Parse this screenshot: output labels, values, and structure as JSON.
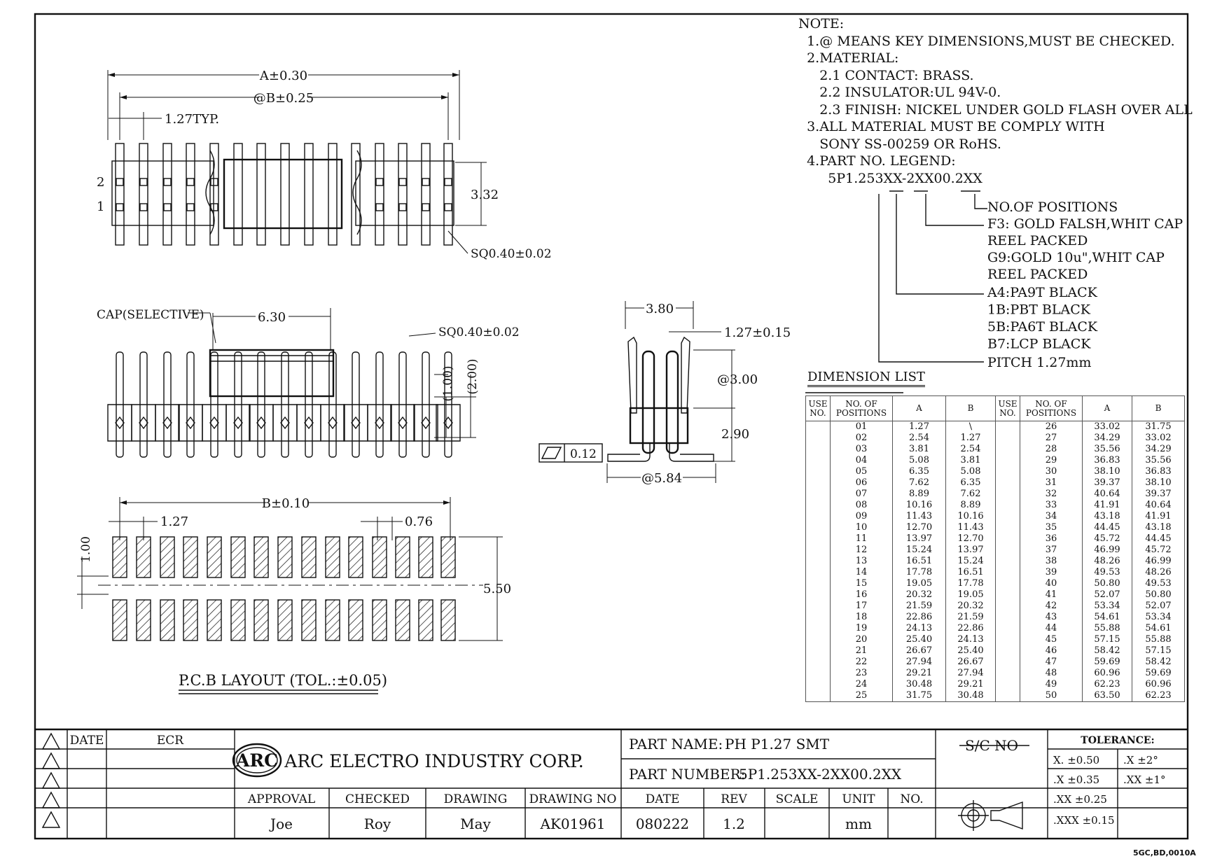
{
  "notes": [
    "NOTE:",
    "  1.@ MEANS KEY DIMENSIONS,MUST BE CHECKED.",
    "  2.MATERIAL:",
    "     2.1 CONTACT: BRASS.",
    "     2.2 INSULATOR:UL 94V-0.",
    "     2.3 FINISH: NICKEL UNDER GOLD FLASH OVER ALL",
    "  3.ALL MATERIAL MUST BE COMPLY WITH",
    "     SONY SS-00259 OR RoHS.",
    "  4.PART NO. LEGEND:",
    "       5P1.253XX-2XX00.2XX"
  ],
  "legend": {
    "positions": "NO.OF POSITIONS",
    "finish": [
      "F3: GOLD FALSH,WHIT CAP",
      "     REEL PACKED",
      "G9:GOLD 10u\",WHIT CAP",
      "     REEL PACKED"
    ],
    "insulator": [
      "A4:PA9T BLACK",
      "1B:PBT BLACK",
      "5B:PA6T BLACK",
      "B7:LCP BLACK"
    ],
    "pitch": "PITCH 1.27mm"
  },
  "views": {
    "top": {
      "a": "A±0.30",
      "b": "@B±0.25",
      "pitch": "1.27TYP.",
      "h": "3.32",
      "sq": "SQ0.40±0.02",
      "row2": "2",
      "row1": "1"
    },
    "front": {
      "cap": "CAP(SELECTIVE)",
      "w": "6.30",
      "sq": "SQ0.40±0.02",
      "d1": "(1.00)",
      "d2": "(2.00)"
    },
    "side": {
      "w": "3.80",
      "p": "1.27±0.15",
      "h": "@3.00",
      "h2": "2.90",
      "foot": "@5.84",
      "flat": "0.12"
    },
    "pcb": {
      "b": "B±0.10",
      "p": "1.27",
      "w": "0.76",
      "h": "1.00",
      "h2": "5.50",
      "title": "P.C.B LAYOUT (TOL.:±0.05)"
    }
  },
  "dimension_list": {
    "title": "DIMENSION LIST",
    "headers": [
      "USE NO.",
      "NO. OF POSITIONS",
      "A",
      "B",
      "USE NO.",
      "NO. OF POSITIONS",
      "A",
      "B"
    ],
    "rows": [
      [
        "",
        "01",
        "1.27",
        "\\",
        "",
        "26",
        "33.02",
        "31.75"
      ],
      [
        "",
        "02",
        "2.54",
        "1.27",
        "",
        "27",
        "34.29",
        "33.02"
      ],
      [
        "",
        "03",
        "3.81",
        "2.54",
        "",
        "28",
        "35.56",
        "34.29"
      ],
      [
        "",
        "04",
        "5.08",
        "3.81",
        "",
        "29",
        "36.83",
        "35.56"
      ],
      [
        "",
        "05",
        "6.35",
        "5.08",
        "",
        "30",
        "38.10",
        "36.83"
      ],
      [
        "",
        "06",
        "7.62",
        "6.35",
        "",
        "31",
        "39.37",
        "38.10"
      ],
      [
        "",
        "07",
        "8.89",
        "7.62",
        "",
        "32",
        "40.64",
        "39.37"
      ],
      [
        "",
        "08",
        "10.16",
        "8.89",
        "",
        "33",
        "41.91",
        "40.64"
      ],
      [
        "",
        "09",
        "11.43",
        "10.16",
        "",
        "34",
        "43.18",
        "41.91"
      ],
      [
        "",
        "10",
        "12.70",
        "11.43",
        "",
        "35",
        "44.45",
        "43.18"
      ],
      [
        "",
        "11",
        "13.97",
        "12.70",
        "",
        "36",
        "45.72",
        "44.45"
      ],
      [
        "",
        "12",
        "15.24",
        "13.97",
        "",
        "37",
        "46.99",
        "45.72"
      ],
      [
        "",
        "13",
        "16.51",
        "15.24",
        "",
        "38",
        "48.26",
        "46.99"
      ],
      [
        "",
        "14",
        "17.78",
        "16.51",
        "",
        "39",
        "49.53",
        "48.26"
      ],
      [
        "",
        "15",
        "19.05",
        "17.78",
        "",
        "40",
        "50.80",
        "49.53"
      ],
      [
        "",
        "16",
        "20.32",
        "19.05",
        "",
        "41",
        "52.07",
        "50.80"
      ],
      [
        "",
        "17",
        "21.59",
        "20.32",
        "",
        "42",
        "53.34",
        "52.07"
      ],
      [
        "",
        "18",
        "22.86",
        "21.59",
        "",
        "43",
        "54.61",
        "53.34"
      ],
      [
        "",
        "19",
        "24.13",
        "22.86",
        "",
        "44",
        "55.88",
        "54.61"
      ],
      [
        "",
        "20",
        "25.40",
        "24.13",
        "",
        "45",
        "57.15",
        "55.88"
      ],
      [
        "",
        "21",
        "26.67",
        "25.40",
        "",
        "46",
        "58.42",
        "57.15"
      ],
      [
        "",
        "22",
        "27.94",
        "26.67",
        "",
        "47",
        "59.69",
        "58.42"
      ],
      [
        "",
        "23",
        "29.21",
        "27.94",
        "",
        "48",
        "60.96",
        "59.69"
      ],
      [
        "",
        "24",
        "30.48",
        "29.21",
        "",
        "49",
        "62.23",
        "60.96"
      ],
      [
        "",
        "25",
        "31.75",
        "30.48",
        "",
        "50",
        "63.50",
        "62.23"
      ]
    ]
  },
  "title_block": {
    "date_label": "DATE",
    "ecr_label": "ECR",
    "logo": "ARC",
    "company": "ARC ELECTRO INDUSTRY CORP.",
    "part_name_label": "PART NAME:",
    "part_name": "PH P1.27 SMT",
    "part_number_label": "PART NUMBER:",
    "part_number": "5P1.253XX-2XX00.2XX",
    "sc_label": "S/C NO",
    "tolerance_label": "TOLERANCE:",
    "tol": [
      "X. ±0.50",
      ".X ±2°",
      ".X ±0.35",
      ".XX ±1°",
      ".XX ±0.25",
      ".XXX ±0.15"
    ],
    "headers": [
      "APPROVAL",
      "CHECKED",
      "DRAWING",
      "DRAWING NO",
      "DATE",
      "REV",
      "SCALE",
      "UNIT",
      "NO."
    ],
    "values": [
      "Joe",
      "Roy",
      "May",
      "AK01961",
      "080222",
      "1.2",
      "",
      "mm",
      ""
    ]
  },
  "footer_code": "5GC,BD,0010A"
}
